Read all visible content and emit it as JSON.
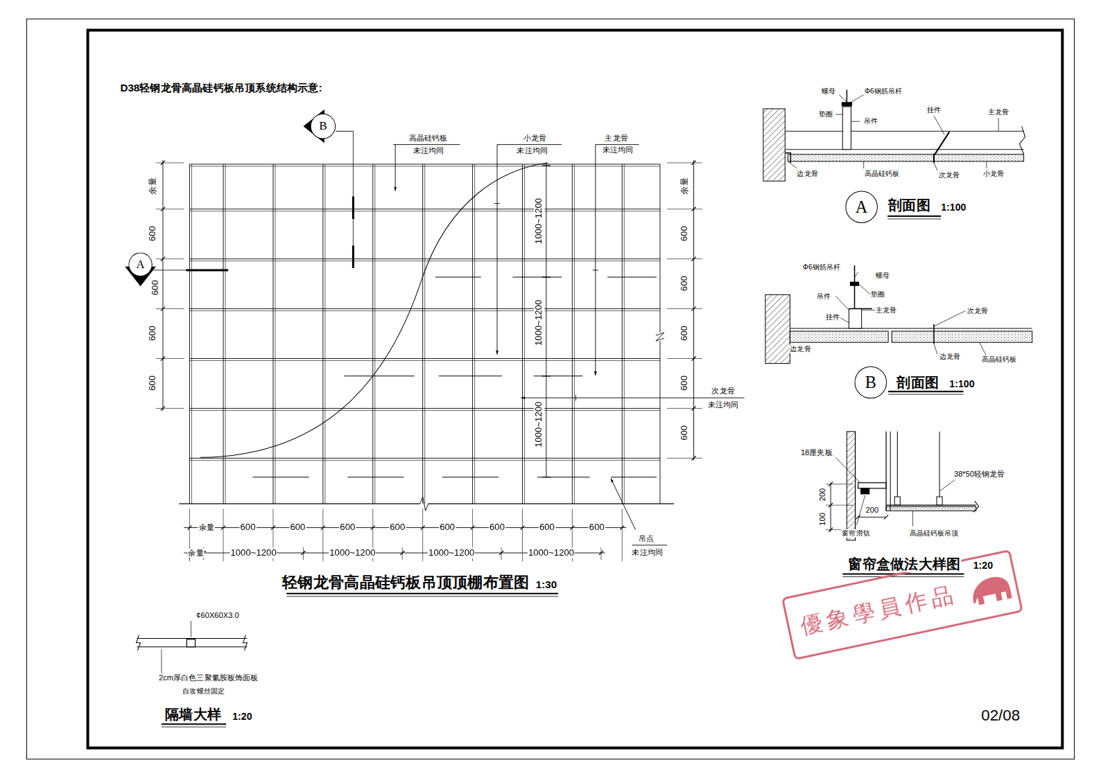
{
  "diagram": {
    "title": "D38轻钢龙骨高晶硅钙板吊顶系统结构示意:",
    "nodes": [
      {
        "text": [
          "B"
        ]
      },
      {
        "text": [
          "A"
        ]
      },
      {
        "text": [
          "A"
        ]
      },
      {
        "text": [
          "B"
        ]
      }
    ],
    "labels": [
      "高晶硅钙板",
      "未注均同",
      "小龙骨",
      "未注均同",
      "主龙骨",
      "未注均同",
      "次龙骨",
      "未注均同",
      "吊点",
      "未注均同",
      "余量",
      "600",
      "600",
      "600",
      "600",
      "余量",
      "600",
      "600",
      "600",
      "600",
      "600",
      "1000~1200",
      "1000~1200",
      "1000~1200",
      "余量",
      "600",
      "600",
      "600",
      "600",
      "600",
      "600",
      "600",
      "600",
      "余量",
      "1000~1200",
      "1000~1200",
      "1000~1200",
      "1000~1200",
      "轻钢龙骨高晶硅钙板吊顶顶棚布置图",
      "1:30",
      "螺母",
      "Φ6钢筋吊杆",
      "垫圈",
      "吊件",
      "挂件",
      "主龙骨",
      "边龙骨",
      "高晶硅钙板",
      "次龙骨",
      "小龙骨",
      "剖面图",
      "1:100",
      "Φ6钢筋吊杆",
      "螺母",
      "吊件",
      "垫圈",
      "挂件",
      "主龙骨",
      "次龙骨",
      "边龙骨",
      "边龙骨",
      "高晶硅钙板",
      "剖面图",
      "1:100",
      "18厘夹板",
      "38*50轻钢龙骨",
      "200",
      "100",
      "200",
      "窗帘滑轨",
      "高晶硅钙板吊顶",
      "窗帘盒做法大样图",
      "1:20",
      "¢60X60X3.0",
      "2cm厚白色三聚氰胺板饰面板",
      "自攻螺丝固定",
      "隔墙大样",
      "1:20",
      "優象學員作品",
      "02/08"
    ]
  }
}
